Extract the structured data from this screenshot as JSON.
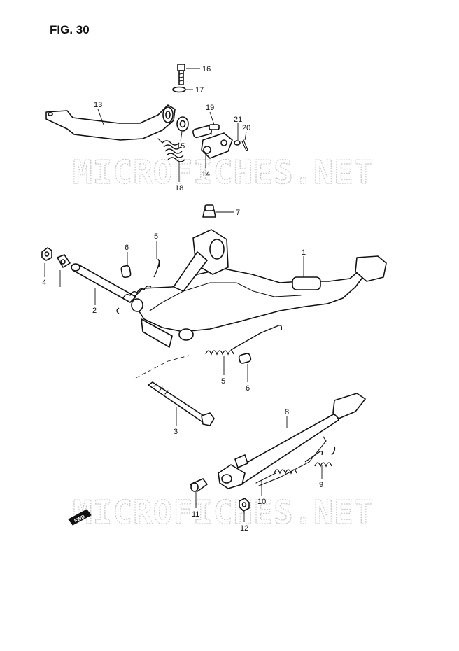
{
  "figure": {
    "title": "FIG. 30"
  },
  "watermark": {
    "text": "MICROFICHES.NET"
  },
  "badge": {
    "text": "FWD"
  },
  "callouts": [
    {
      "id": "16",
      "label": "16"
    },
    {
      "id": "17",
      "label": "17"
    },
    {
      "id": "13",
      "label": "13"
    },
    {
      "id": "19",
      "label": "19"
    },
    {
      "id": "21",
      "label": "21"
    },
    {
      "id": "20",
      "label": "20"
    },
    {
      "id": "15",
      "label": "15"
    },
    {
      "id": "14",
      "label": "14"
    },
    {
      "id": "18",
      "label": "18"
    },
    {
      "id": "7",
      "label": "7"
    },
    {
      "id": "5a",
      "label": "5"
    },
    {
      "id": "6a",
      "label": "6"
    },
    {
      "id": "1",
      "label": "1"
    },
    {
      "id": "4",
      "label": "4"
    },
    {
      "id": "2",
      "label": "2"
    },
    {
      "id": "5b",
      "label": "5"
    },
    {
      "id": "6b",
      "label": "6"
    },
    {
      "id": "3",
      "label": "3"
    },
    {
      "id": "8",
      "label": "8"
    },
    {
      "id": "9",
      "label": "9"
    },
    {
      "id": "10",
      "label": "10"
    },
    {
      "id": "11",
      "label": "11"
    },
    {
      "id": "12",
      "label": "12"
    }
  ]
}
